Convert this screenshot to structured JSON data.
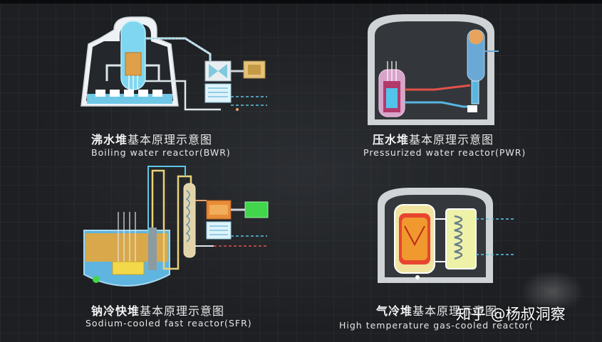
{
  "reactors": {
    "bwr": {
      "name_bold": "沸水堆",
      "name_rest": "基本原理示意图",
      "english": "Boiling water reactor(BWR)"
    },
    "pwr": {
      "name_bold": "压水堆",
      "name_rest": "基本原理示意图",
      "english": "Pressurized water reactor(PWR)"
    },
    "sfr": {
      "name_bold": "钠冷快堆",
      "name_rest": "基本原理示意图",
      "english": "Sodium-cooled fast reactor(SFR)"
    },
    "htgr": {
      "name_bold": "气冷堆",
      "name_rest": "基本原理示意图",
      "english": "High temperature gas-cooled reactor("
    }
  },
  "watermark": "知乎 @杨叔洞察",
  "colors": {
    "background": "#1d1f22",
    "water": "#5fc6e6",
    "pipe_hot": "#e6a46a",
    "generator_green": "#41d64b",
    "sodium": "#e8a83c",
    "core_red": "#d8372c",
    "core_yellow": "#f5e04a"
  }
}
